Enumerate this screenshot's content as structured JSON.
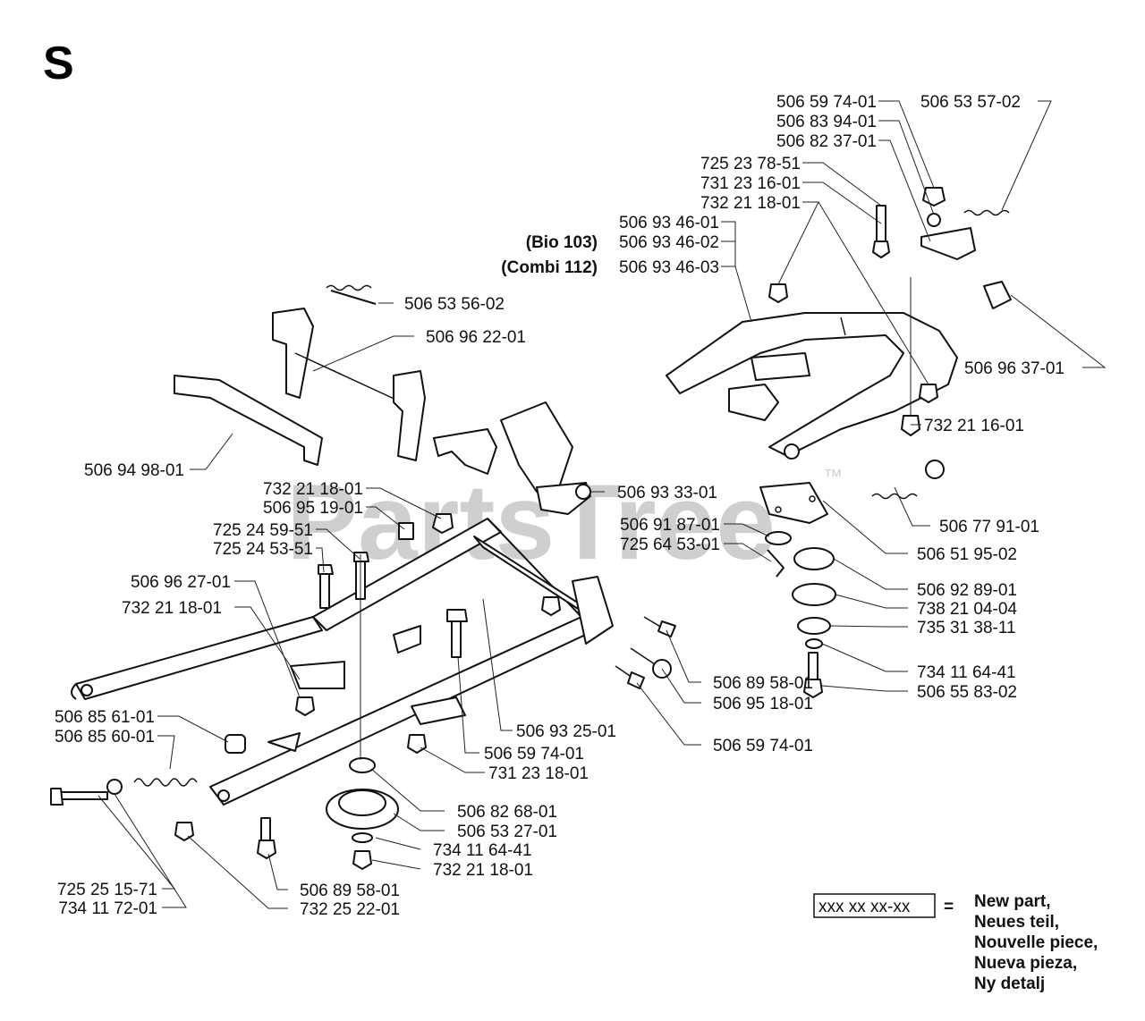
{
  "title": "S",
  "watermark": "PartsTree",
  "trademark": "™",
  "parts": [
    {
      "id": "p1",
      "number": "506 59 74-01"
    },
    {
      "id": "p2",
      "number": "506 83 94-01"
    },
    {
      "id": "p3",
      "number": "506 82 37-01"
    },
    {
      "id": "p4",
      "number": "506 53 57-02"
    },
    {
      "id": "p5",
      "number": "725 23 78-51"
    },
    {
      "id": "p6",
      "number": "731 23 16-01"
    },
    {
      "id": "p7",
      "number": "732 21 18-01"
    },
    {
      "id": "p8",
      "number": "506 93 46-01"
    },
    {
      "id": "p9",
      "prefix": "(Bio 103)",
      "number": "506 93 46-02"
    },
    {
      "id": "p10",
      "prefix": "(Combi 112)",
      "number": "506 93 46-03"
    },
    {
      "id": "p11",
      "number": "506 53 56-02"
    },
    {
      "id": "p12",
      "number": "506 96 22-01"
    },
    {
      "id": "p13",
      "number": "506 96 37-01"
    },
    {
      "id": "p14",
      "number": "732 21 16-01"
    },
    {
      "id": "p15",
      "number": "506 94 98-01"
    },
    {
      "id": "p16",
      "number": "732 21 18-01"
    },
    {
      "id": "p17",
      "number": "506 95 19-01"
    },
    {
      "id": "p18",
      "number": "506 93 33-01"
    },
    {
      "id": "p19",
      "number": "506 77 91-01"
    },
    {
      "id": "p20",
      "number": "725 24 59-51"
    },
    {
      "id": "p21",
      "number": "725 24 53-51"
    },
    {
      "id": "p22",
      "number": "506 91 87-01"
    },
    {
      "id": "p23",
      "number": "725 64 53-01"
    },
    {
      "id": "p24",
      "number": "506 51 95-02"
    },
    {
      "id": "p25",
      "number": "506 96 27-01"
    },
    {
      "id": "p26",
      "number": "506 92 89-01"
    },
    {
      "id": "p27",
      "number": "732 21 18-01"
    },
    {
      "id": "p28",
      "number": "738 21 04-04"
    },
    {
      "id": "p29",
      "number": "735 31 38-11"
    },
    {
      "id": "p30",
      "number": "734 11 64-41"
    },
    {
      "id": "p31",
      "number": "506 55 83-02"
    },
    {
      "id": "p32",
      "number": "506 85 61-01"
    },
    {
      "id": "p33",
      "number": "506 85 60-01"
    },
    {
      "id": "p34",
      "number": "506 93 25-01"
    },
    {
      "id": "p35",
      "number": "506 89 58-01"
    },
    {
      "id": "p36",
      "number": "506 59 74-01"
    },
    {
      "id": "p37",
      "number": "506 95 18-01"
    },
    {
      "id": "p38",
      "number": "506 59 74-01"
    },
    {
      "id": "p39",
      "number": "731 23 18-01"
    },
    {
      "id": "p40",
      "number": "506 82 68-01"
    },
    {
      "id": "p41",
      "number": "506 53 27-01"
    },
    {
      "id": "p42",
      "number": "734 11 64-41"
    },
    {
      "id": "p43",
      "number": "732 21 18-01"
    },
    {
      "id": "p44",
      "number": "725 25 15-71"
    },
    {
      "id": "p45",
      "number": "734 11 72-01"
    },
    {
      "id": "p46",
      "number": "506 89 58-01"
    },
    {
      "id": "p47",
      "number": "732 25 22-01"
    }
  ],
  "legend": {
    "code": "xxx xx xx-xx",
    "equals": "=",
    "lines": [
      "New part,",
      "Neues teil,",
      "Nouvelle piece,",
      "Nueva pieza,",
      "Ny detalj"
    ]
  }
}
